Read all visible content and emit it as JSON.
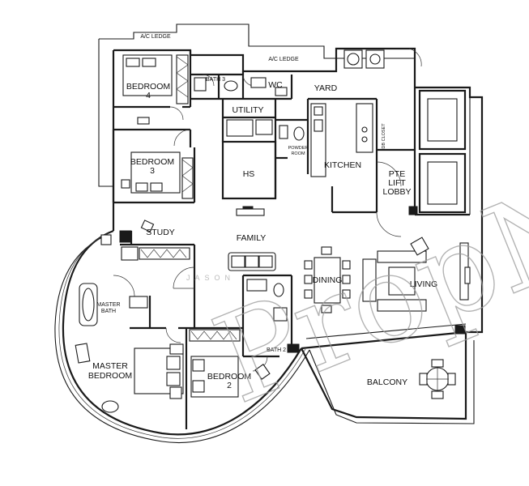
{
  "labels": {
    "ac_ledge_1": "A/C LEDGE",
    "ac_ledge_2": "A/C LEDGE",
    "bedroom4_a": "BEDROOM",
    "bedroom4_b": "4",
    "bath3": "BATH 3",
    "wc": "WC",
    "yard": "YARD",
    "utility": "UTILITY",
    "powder_a": "POWDER",
    "powder_b": "ROOM",
    "kitchen": "KITCHEN",
    "db_closet": "DB CLOSET",
    "bedroom3_a": "BEDROOM",
    "bedroom3_b": "3",
    "hs": "HS",
    "pte_a": "PTE",
    "pte_b": "LIFT",
    "pte_c": "LOBBY",
    "study": "STUDY",
    "family": "FAMILY",
    "dining": "DINING",
    "living": "LIVING",
    "master_bath_a": "MASTER",
    "master_bath_b": "BATH",
    "bath2": "BATH 2",
    "master_bed_a": "MASTER",
    "master_bed_b": "BEDROOM",
    "bedroom2_a": "BEDROOM",
    "bedroom2_b": "2",
    "balcony": "BALCONY"
  },
  "watermark": {
    "text": "PropN",
    "sub": "JASON"
  },
  "colors": {
    "line": "#1a1a1a",
    "watermark": "#9a9a9a"
  }
}
